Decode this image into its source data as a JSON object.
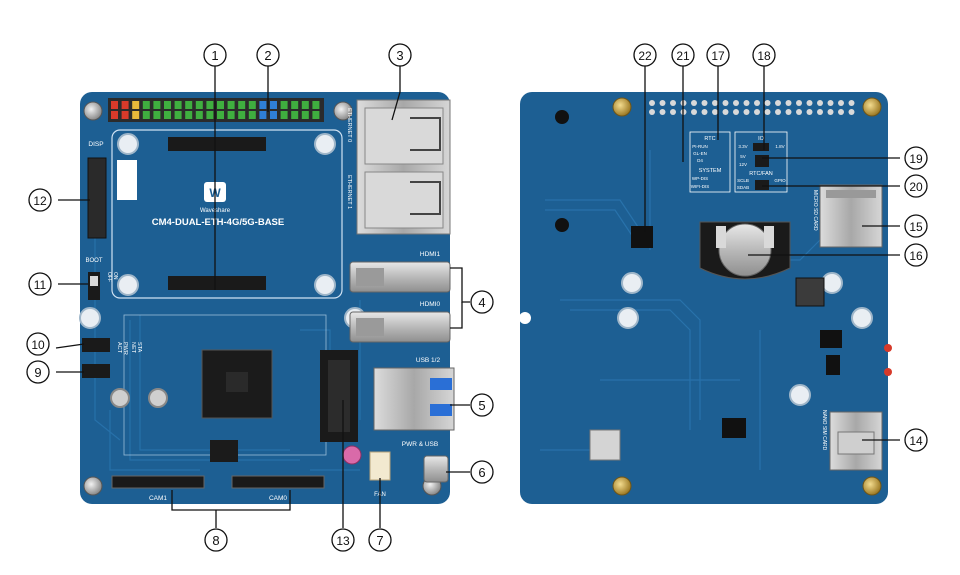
{
  "front_board": {
    "silkscreen": {
      "model": "CM4-DUAL-ETH-4G/5G-BASE",
      "brand": "Waveshare",
      "disp": "DISP",
      "boot": "BOOT",
      "boot_off": "OFF",
      "boot_on": "ON",
      "hdmi1": "HDMI1",
      "hdmi0": "HDMI0",
      "usb": "USB 1/2",
      "pwr_usb": "PWR & USB",
      "eth0": "ETHERNET 0",
      "eth1": "ETHERNET 1",
      "act": "ACT",
      "pwr": "PWR",
      "net": "NET",
      "sta": "STA",
      "cam1": "CAM1",
      "cam0": "CAM0",
      "fan": "FAN"
    }
  },
  "back_board": {
    "silkscreen": {
      "rtc": "RTC",
      "pi_run": "PI-RUN",
      "gl_en": "GL-EN",
      "d4": "D4",
      "system": "SYSTEM",
      "wp_dis": "WP-DIS",
      "wifi_dis": "WIFI-DIS",
      "io": "IO",
      "v33": "3.3V",
      "v18": "1.8V",
      "v5": "5V",
      "v12": "12V",
      "rtc_fan": "RTC/FAN",
      "scl": "SCLB",
      "sda": "SDAB",
      "gpio": "GPIO",
      "micro_sd": "MICRO SD CARD",
      "nano_sim": "NANO SIM CARD"
    }
  },
  "callouts": {
    "c1": "1",
    "c2": "2",
    "c3": "3",
    "c4": "4",
    "c5": "5",
    "c6": "6",
    "c7": "7",
    "c8": "8",
    "c9": "9",
    "c10": "10",
    "c11": "11",
    "c12": "12",
    "c13": "13",
    "c14": "14",
    "c15": "15",
    "c16": "16",
    "c17": "17",
    "c18": "18",
    "c19": "19",
    "c20": "20",
    "c21": "21",
    "c22": "22"
  },
  "colors": {
    "pcb": "#1d5f93",
    "pcb_dark": "#17507e",
    "trace": "#2a76b0",
    "silver": "#c9c9c9",
    "gold": "#c8a24a",
    "header_green": "#3fae3f"
  }
}
